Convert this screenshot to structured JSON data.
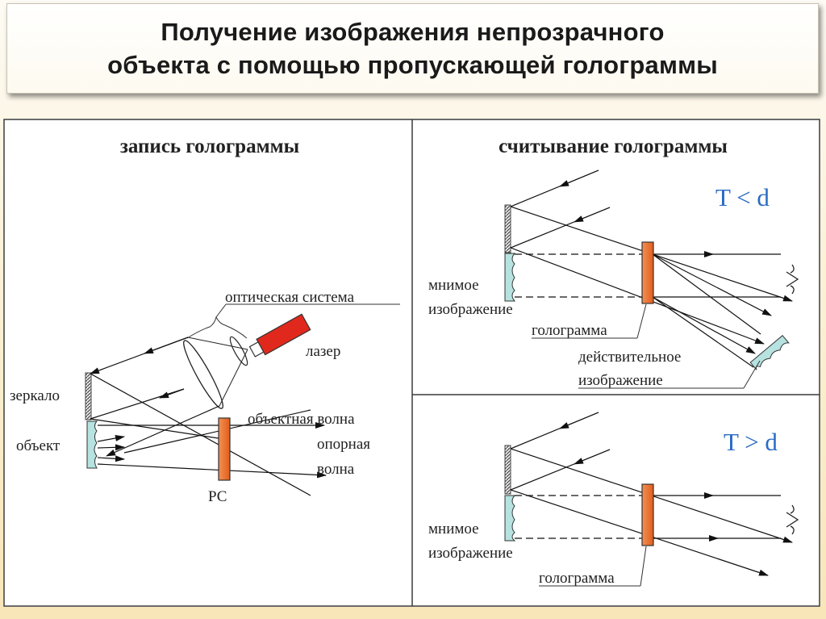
{
  "title": {
    "line1": "Получение изображения непрозрачного",
    "line2": "объекта с помощью пропускающей голограммы"
  },
  "recording": {
    "heading": "запись голограммы",
    "optical_system": "оптическая система",
    "laser": "лазер",
    "mirror": "зеркало",
    "object": "объект",
    "object_wave": "объектная волна",
    "reference_wave_1": "опорная",
    "reference_wave_2": "волна",
    "plate": "РС"
  },
  "readout": {
    "heading": "считывание голограммы",
    "cond_top": "T < d",
    "cond_bottom": "T > d",
    "virtual_1": "мнимое",
    "virtual_2": "изображение",
    "hologram": "голограмма",
    "real_1": "действительное",
    "real_2": "изображение"
  },
  "colors": {
    "accent_red": "#e0291c",
    "plate_orange": "#e8712e",
    "object_teal": "#b6e2e0",
    "condition_blue": "#2a6bc4"
  }
}
